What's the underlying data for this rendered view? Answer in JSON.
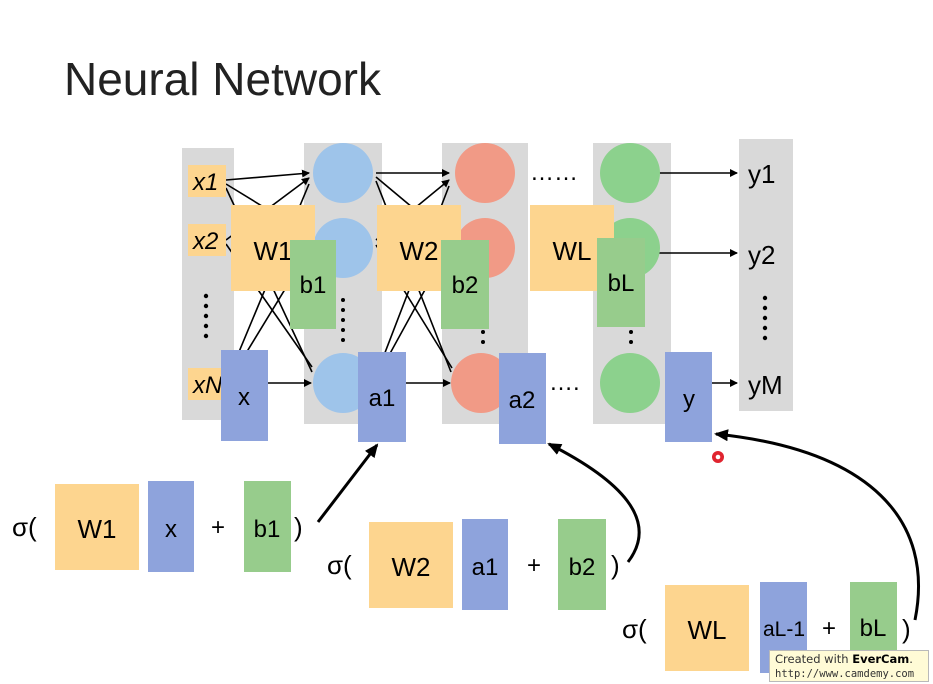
{
  "slide": {
    "title": "Neural Network"
  },
  "colors": {
    "weight": "#fdd58f",
    "bias": "#97cc8c",
    "vector": "#8ea3dc",
    "layer1": "#9ec4ea",
    "layer2": "#f19a86",
    "layerL": "#8cd18d",
    "gray": "#d9d9d9",
    "cursor": "#e0242f"
  },
  "icons": {
    "cursor": "recording-cursor-icon"
  },
  "network": {
    "inputs": [
      "x1",
      "x2",
      "⋮",
      "xN"
    ],
    "outputs": [
      "y1",
      "y2",
      "⋮",
      "yM"
    ],
    "ellipsis": "……",
    "ellipsis_short": "….",
    "weight_labels": [
      "W1",
      "W2",
      "WL"
    ],
    "bias_labels": [
      "b1",
      "b2",
      "bL"
    ],
    "vector_labels": [
      "x",
      "a1",
      "a2",
      "y"
    ]
  },
  "formulas": {
    "sigma": "σ(",
    "close": ")",
    "plus": "+",
    "f1": {
      "w": "W1",
      "v": "x",
      "b": "b1"
    },
    "f2": {
      "w": "W2",
      "v": "a1",
      "b": "b2"
    },
    "f3": {
      "w": "WL",
      "v": "aL-1",
      "b": "bL"
    }
  },
  "watermark": {
    "prefix": "Created with ",
    "brand": "EverCam",
    "suffix": ".",
    "url": "http://www.camdemy.com"
  }
}
